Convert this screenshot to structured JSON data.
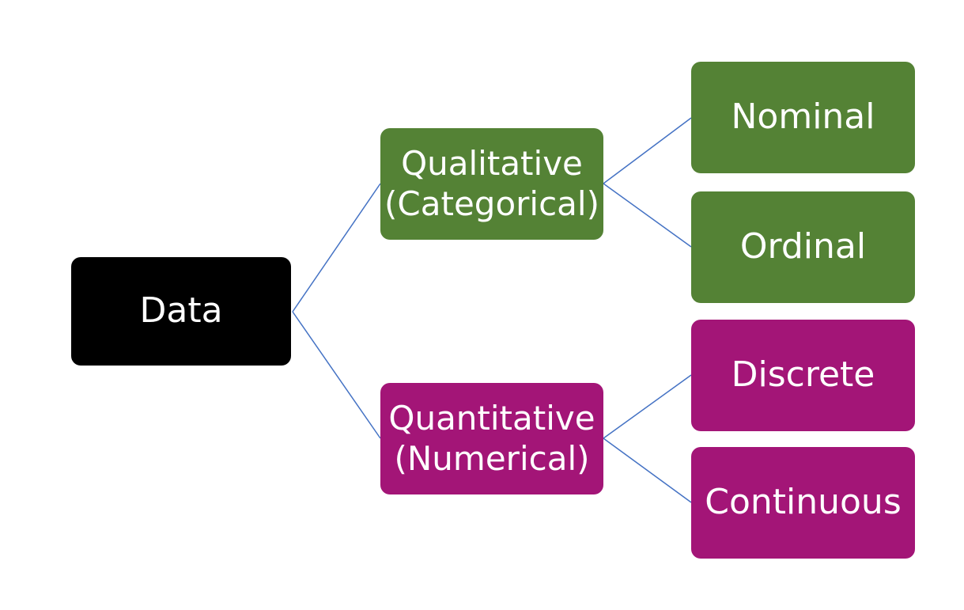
{
  "colors": {
    "root": "#000000",
    "qualitative": "#548235",
    "quantitative": "#A31577",
    "connector": "#4472C4",
    "text": "#ffffff"
  },
  "root": {
    "label": "Data"
  },
  "branches": [
    {
      "label": "Qualitative\n(Categorical)",
      "children": [
        {
          "label": "Nominal"
        },
        {
          "label": "Ordinal"
        }
      ]
    },
    {
      "label": "Quantitative\n(Numerical)",
      "children": [
        {
          "label": "Discrete"
        },
        {
          "label": "Continuous"
        }
      ]
    }
  ]
}
